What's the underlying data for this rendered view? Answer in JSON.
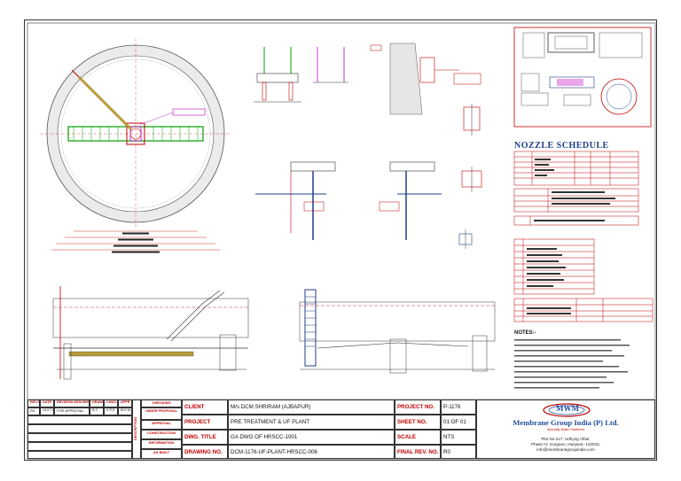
{
  "drawing": {
    "nozzle_schedule_title": "NOZZLE SCHEDULE",
    "notes_title": "NOTES:-",
    "colors": {
      "frame": "#333333",
      "red": "#c00000",
      "blue": "#1f3d8a",
      "green": "#00a000",
      "magenta": "#c000c0"
    }
  },
  "revision_table": {
    "headers": [
      "REV.NO.",
      "DATE",
      "REVISION DESCRIPTION",
      "DRAWN",
      "CHKD",
      "APPR"
    ],
    "rows": [
      {
        "rev": "R0",
        "date": "14.07.24",
        "desc": "FOR APPROVAL",
        "drawn": "B.C",
        "chkd": "S.P.S",
        "appr": "M.K.M"
      }
    ]
  },
  "status_column": {
    "header": "CHECKING",
    "items": [
      "UNDER PROPOSAL",
      "APPROVAL",
      "CONSTRUCTION",
      "INFORMATION",
      "AS BUILT"
    ],
    "side_label": "DESCRIPTION"
  },
  "title_block": {
    "client_label": "CLIENT",
    "client_value": "M/s DCM SHRIRAM (AJBAPUR)",
    "project_label": "PROJECT",
    "project_value": "PRE TREATMENT & UF PLANT",
    "dwg_title_label": "DWG. TITLE",
    "dwg_title_value": "GA DWG OF HRSCC-1001",
    "drawing_no_label": "DRAWING NO.",
    "drawing_no_value": "DCM-1176-UF-PLANT-HRSCC-006",
    "project_no_label": "PROJECT NO.",
    "project_no_value": "P-1176",
    "sheet_no_label": "SHEET NO.",
    "sheet_no_value": "01 OF 01",
    "scale_label": "SCALE",
    "scale_value": "NTS",
    "final_rev_label": "FINAL REV. NO.",
    "final_rev_value": "R0"
  },
  "company": {
    "logo_text": "MWM",
    "name": "Membrane Group India (P) Ltd.",
    "tagline": "Specialty Water Treatment",
    "address_1": "Plot No.217, Udhyog Vihar,",
    "address_2": "Phase IV, Gurgaon, Haryana -122015,",
    "email": "info@membranegroupindia.com"
  }
}
